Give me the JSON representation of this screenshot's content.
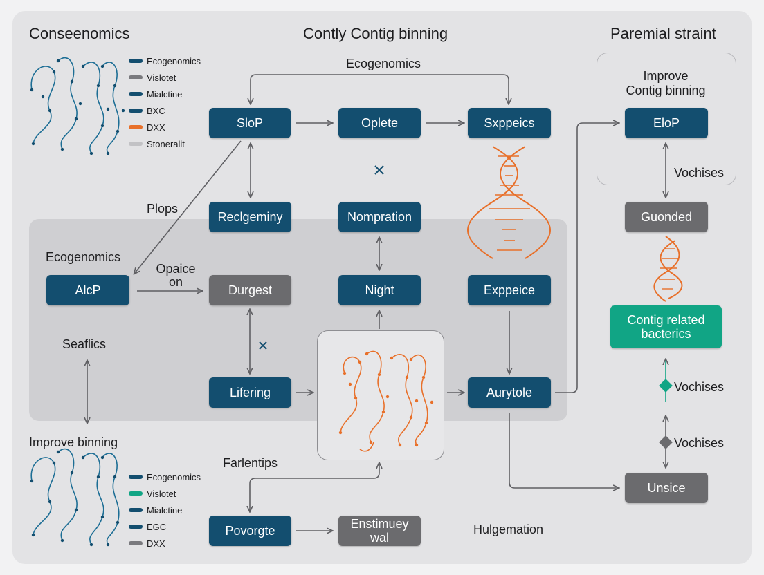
{
  "titles": {
    "left": "Conseenomics",
    "center": "Contly Contig binning",
    "right": "Paremial straint"
  },
  "labels": {
    "top_loop": "Ecogenomics",
    "improve_contig": "Improve\nContig binning",
    "plops": "Plops",
    "ecogenomics_band": "Ecogenomics",
    "opaice": "Opaice\non",
    "seaflics": "Seaflics",
    "improve_binning": "Improve binning",
    "farlentips": "Farlentips",
    "hulgemation": "Hulgemation",
    "vochises_1": "Vochises",
    "vochises_2": "Vochises",
    "vochises_3": "Vochises"
  },
  "nodes": {
    "slop": "SloP",
    "oplete": "Oplete",
    "sxppeics": "Sxppeics",
    "elop": "EloP",
    "reclgeminy": "Reclgeminy",
    "nompration": "Nompration",
    "guonded": "Guonded",
    "alcp": "AlcP",
    "durgest": "Durgest",
    "night": "Night",
    "exppeice": "Exppeice",
    "contig_related": "Contig related\nbacterics",
    "lifering": "Lifering",
    "aurytole": "Aurytole",
    "unsice": "Unsice",
    "povorgte": "Povorgte",
    "enstimuey": "Enstimuey\nwal"
  },
  "legend_top": [
    {
      "label": "Ecogenomics",
      "color": "#134e6f"
    },
    {
      "label": "Vislotet",
      "color": "#7a7a7e"
    },
    {
      "label": "Mialctine",
      "color": "#134e6f"
    },
    {
      "label": "BXC",
      "color": "#134e6f"
    },
    {
      "label": "DXX",
      "color": "#e8702a"
    },
    {
      "label": "Stoneralit",
      "color": "#c2c2c5"
    }
  ],
  "legend_bottom": [
    {
      "label": "Ecogenomics",
      "color": "#134e6f"
    },
    {
      "label": "Vislotet",
      "color": "#11a585"
    },
    {
      "label": "Mialctine",
      "color": "#134e6f"
    },
    {
      "label": "EGC",
      "color": "#134e6f"
    },
    {
      "label": "DXX",
      "color": "#7a7a7e"
    }
  ],
  "colors": {
    "navy": "#134e6f",
    "gray": "#6b6b6e",
    "teal": "#11a585",
    "orange": "#e8702a",
    "structure_blue": "#1d6e95"
  }
}
